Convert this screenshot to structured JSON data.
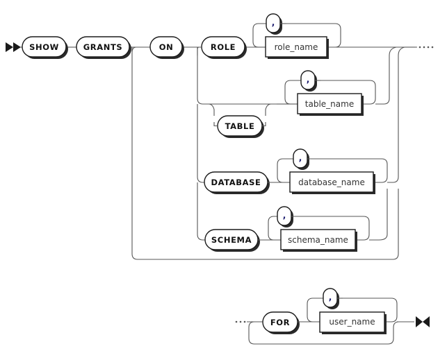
{
  "diagram": {
    "type": "railroad-syntax-diagram",
    "title": "SHOW GRANTS",
    "colors": {
      "background": "#ffffff",
      "rail": "#555555",
      "box_border": "#1a1a1a",
      "box_fill": "#ffffff",
      "shadow": "#2b2b2b",
      "terminal_text": "#111111",
      "nonterminal_text": "#333333",
      "comma_text": "#1a1a6e"
    },
    "start_marker": "double-triangle-right",
    "end_marker": "bowtie",
    "continuation_dots": "...."
  },
  "row1": {
    "show": "SHOW",
    "grants": "GRANTS",
    "on": "ON",
    "role": "ROLE",
    "role_name": "role_name",
    "comma": ","
  },
  "row2": {
    "table": "TABLE",
    "table_name": "table_name",
    "comma": ","
  },
  "row3": {
    "database": "DATABASE",
    "database_name": "database_name",
    "comma": ","
  },
  "row4": {
    "schema": "SCHEMA",
    "schema_name": "schema_name",
    "comma": ","
  },
  "row5": {
    "for": "FOR",
    "user_name": "user_name",
    "comma": ","
  }
}
